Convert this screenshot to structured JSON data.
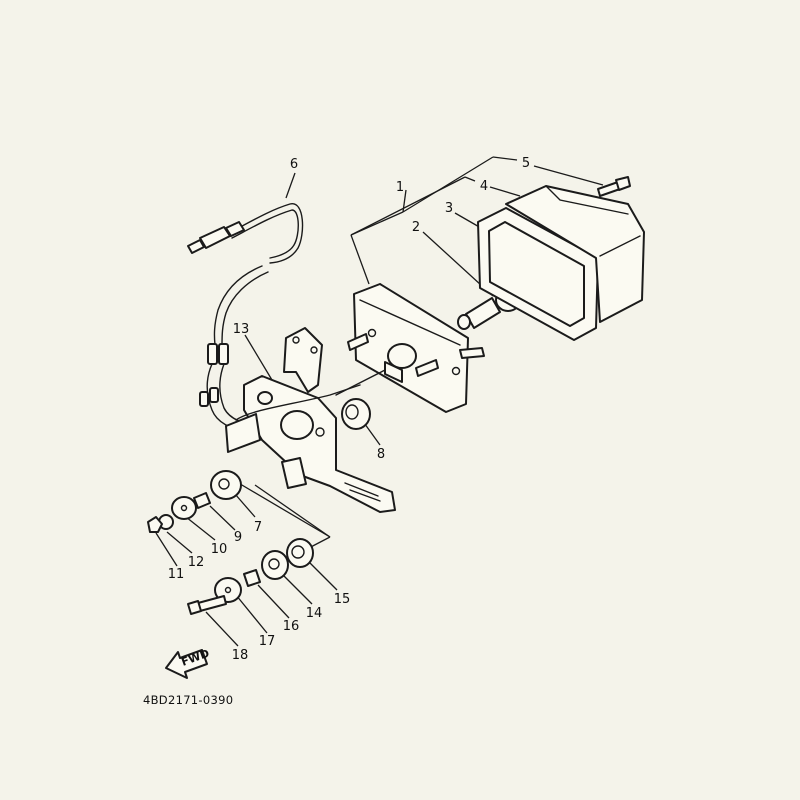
{
  "callouts": {
    "c1": "1",
    "c2": "2",
    "c3": "3",
    "c4": "4",
    "c5": "5",
    "c6": "6",
    "c7": "7",
    "c8": "8",
    "c9": "9",
    "c10": "10",
    "c11": "11",
    "c12": "12",
    "c13": "13",
    "c14": "14",
    "c15": "15",
    "c16": "16",
    "c17": "17",
    "c18": "18"
  },
  "fwd_label": "FWD",
  "diagram_code": "4BD2171-0390"
}
